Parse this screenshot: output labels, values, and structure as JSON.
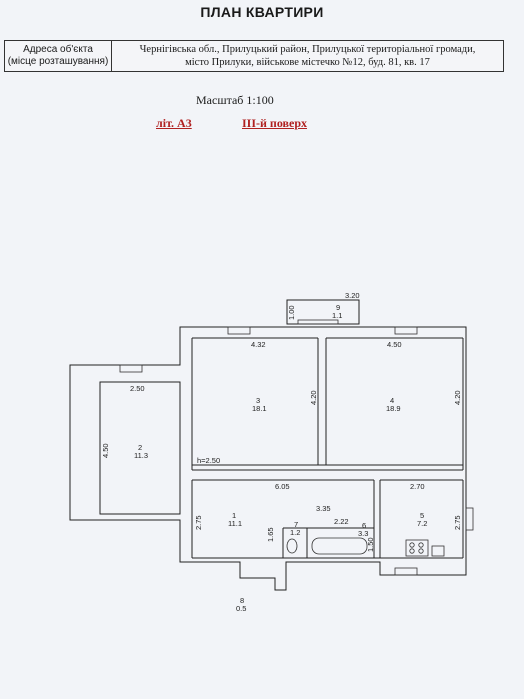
{
  "header": {
    "title": "ПЛАН КВАРТИРИ",
    "address_label_line1": "Адреса об'єкта",
    "address_label_line2": "(місце розташування)",
    "address_line1": "Чернігівська обл., Прилуцький район, Прилуцької територіальної громади,",
    "address_line2": "місто Прилуки, військове містечко №12, буд. 81, кв. 17"
  },
  "meta": {
    "scale": "Масштаб 1:100",
    "litera": "літ. А3",
    "floor": "ІІІ-й поверх"
  },
  "rooms": [
    {
      "num": "1",
      "area": "11.1"
    },
    {
      "num": "2",
      "area": "11.3"
    },
    {
      "num": "3",
      "area": "18.1"
    },
    {
      "num": "4",
      "area": "18.9"
    },
    {
      "num": "5",
      "area": "7.2"
    },
    {
      "num": "6",
      "area": "3.3"
    },
    {
      "num": "7",
      "area": "1.2"
    },
    {
      "num": "8",
      "area": "0.5"
    },
    {
      "num": "9",
      "area": "1.1"
    }
  ],
  "dimensions": {
    "balcony_width": "3.20",
    "balcony_depth": "1.00",
    "room3_width": "4.32",
    "room3_depth": "4.20",
    "room4_width": "4.50",
    "room4_depth": "4.20",
    "room2_width": "2.50",
    "room2_depth": "4.50",
    "ceiling_height": "h=2.50",
    "corridor_length": "6.05",
    "kitchen_width": "2.70",
    "bath_block": "3.35",
    "bath_width": "2.22",
    "room1_depth": "2.75",
    "kitchen_depth": "2.75",
    "wc_depth": "1.65",
    "bath_depth": "1.50"
  }
}
